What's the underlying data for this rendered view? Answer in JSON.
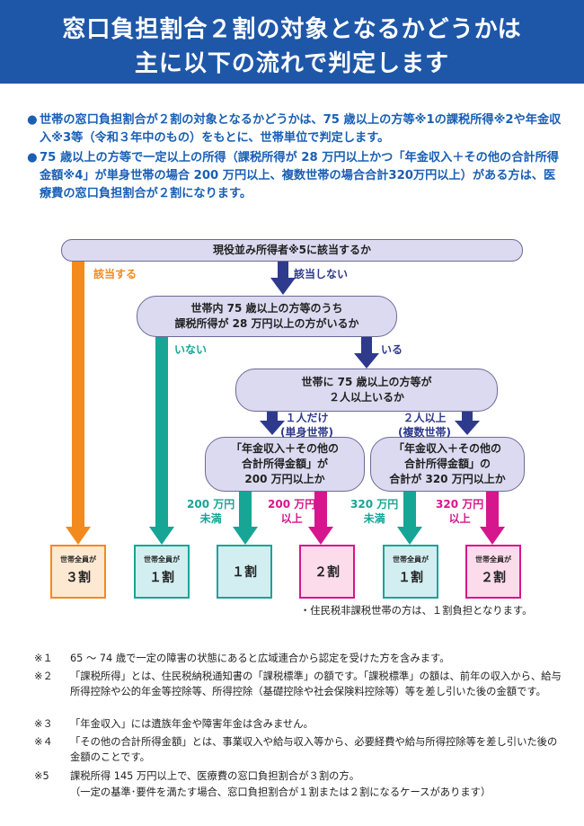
{
  "header": {
    "line1": "窓口負担割合２割の対象となるかどうかは",
    "line2": "主に以下の流れで判定します"
  },
  "intro": [
    "世帯の窓口負担割合が２割の対象となるかどうかは、75 歳以上の方等※1の課税所得※2や年金収入※3等（令和３年中のもの）をもとに、世帯単位で判定します。",
    "75 歳以上の方等で一定以上の所得（課税所得が 28 万円以上かつ「年金収入＋その他の合計所得金額※4」が単身世帯の場合 200 万円以上、複数世帯の場合合計320万円以上）がある方は、医療費の窓口負担割合が２割になります。"
  ],
  "flow": {
    "q1": "現役並み所得者※5に該当するか",
    "q1_yes": "該当する",
    "q1_no": "該当しない",
    "q2_line1": "世帯内 75 歳以上の方等のうち",
    "q2_line2": "課税所得が 28 万円以上の方がいるか",
    "q2_no": "いない",
    "q2_yes": "いる",
    "q3_line1": "世帯に 75 歳以上の方等が",
    "q3_line2": "２人以上いるか",
    "q3_one_1": "１人だけ",
    "q3_one_2": "(単身世帯)",
    "q3_two_1": "２人以上",
    "q3_two_2": "(複数世帯)",
    "q4a_line1": "「年金収入＋その他の",
    "q4a_line2": "合計所得金額」が",
    "q4a_line3": "200 万円以上か",
    "q4b_line1": "「年金収入＋その他の",
    "q4b_line2": "合計所得金額」の",
    "q4b_line3": "合計が 320 万円以上か",
    "a_lt200_1": "200 万円",
    "a_lt200_2": "未満",
    "a_ge200_1": "200 万円",
    "a_ge200_2": "以上",
    "a_lt320_1": "320 万円",
    "a_lt320_2": "未満",
    "a_ge320_1": "320 万円",
    "a_ge320_2": "以上",
    "results": [
      {
        "small": "世帯全員が",
        "big": "３割"
      },
      {
        "small": "世帯全員が",
        "big": "１割"
      },
      {
        "small": "",
        "big": "１割"
      },
      {
        "small": "",
        "big": "２割"
      },
      {
        "small": "世帯全員が",
        "big": "１割"
      },
      {
        "small": "世帯全員が",
        "big": "２割"
      }
    ],
    "note": "・住民税非課税世帯の方は、１割負担となります。"
  },
  "footnotes": [
    {
      "key": "※１",
      "text": "65 ～ 74 歳で一定の障害の状態にあると広域連合から認定を受けた方を含みます。"
    },
    {
      "key": "※２",
      "text": "「課税所得」とは、住民税納税通知書の「課税標準」の額です。「課税標準」の額は、前年の収入から、給与所得控除や公的年金等控除等、所得控除（基礎控除や社会保険料控除等）等を差し引いた後の金額です。"
    },
    {
      "key": "※３",
      "text": "「年金収入」には遺族年金や障害年金は含みません。"
    },
    {
      "key": "※４",
      "text": "「その他の合計所得金額」とは、事業収入や給与収入等から、必要経費や給与所得控除等を差し引いた後の金額のことです。"
    },
    {
      "key": "※5",
      "text": "課税所得 145 万円以上で、医療費の窓口負担割合が３割の方。"
    },
    {
      "key": "",
      "text": "（一定の基準･要件を満たす場合、窓口負担割合が１割または２割になるケースがあります）"
    }
  ],
  "colors": {
    "header_bg": "#1f57a8",
    "accent_blue": "#1a5fb4",
    "orange": "#f28a1e",
    "teal": "#17a596",
    "magenta": "#d6168c",
    "navy": "#2e3a8c",
    "node_bg": "#dcdaf0"
  }
}
